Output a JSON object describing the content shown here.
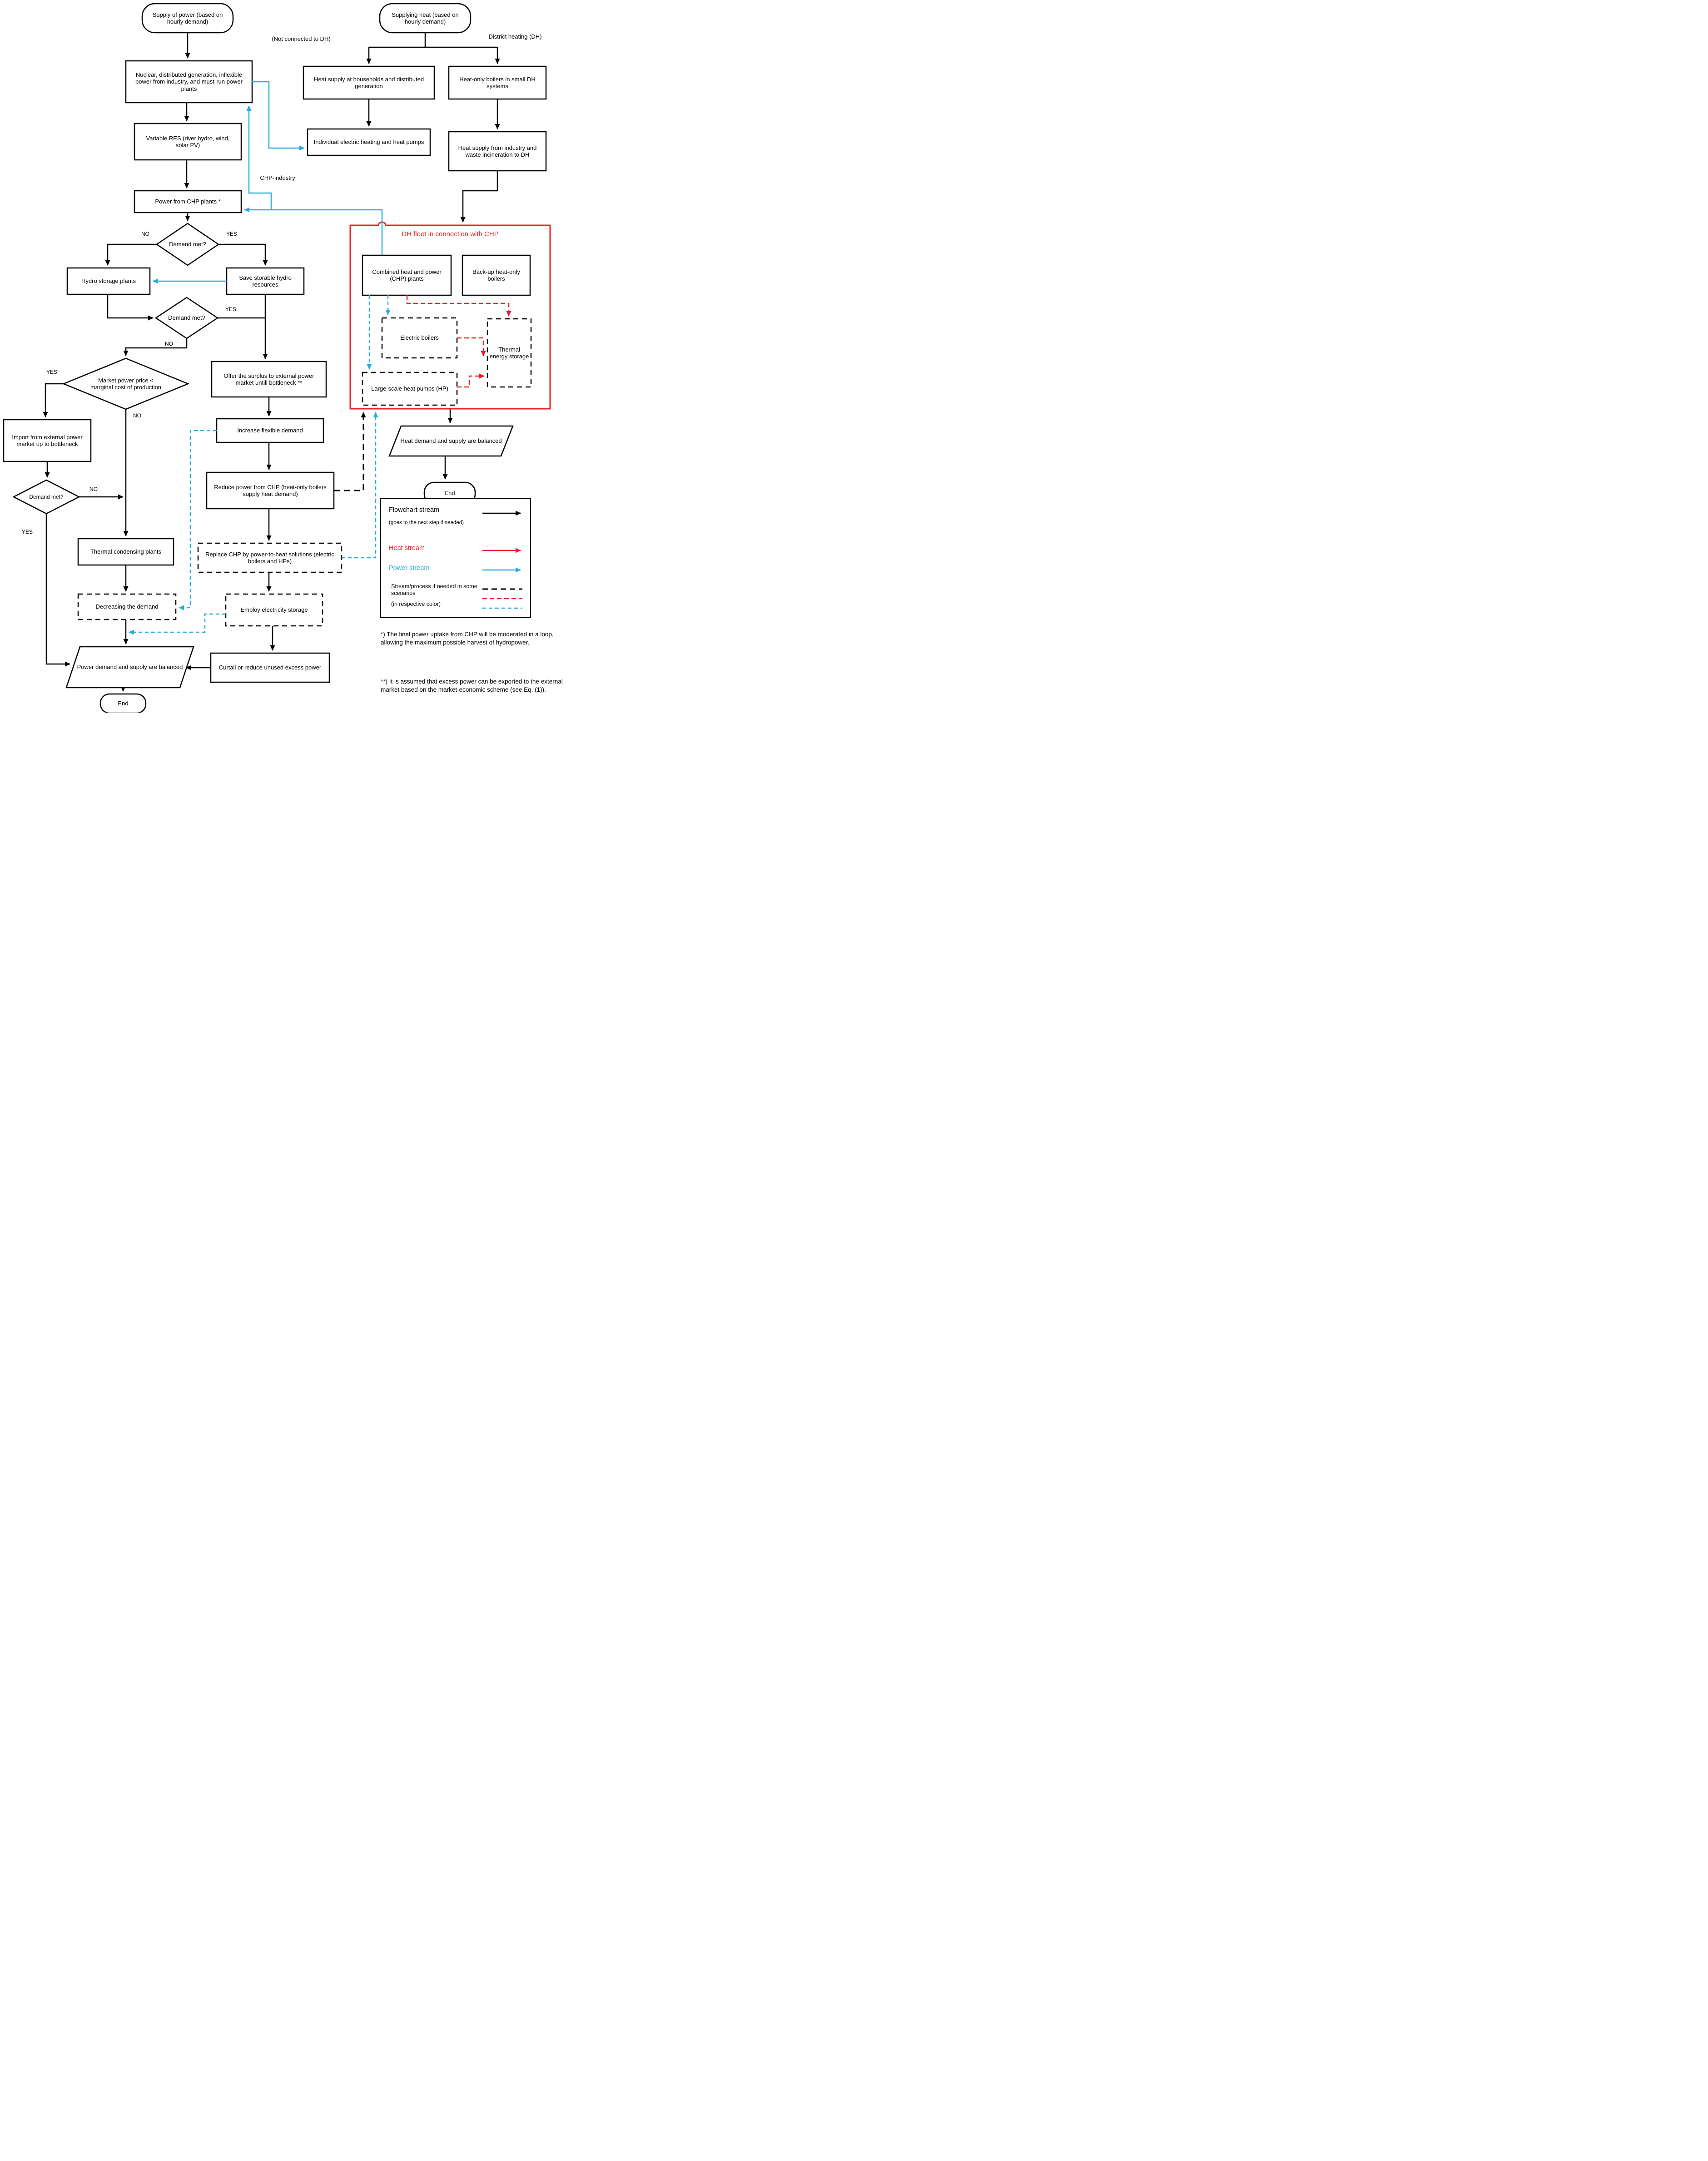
{
  "colors": {
    "flow": "#000000",
    "heat": "#ed1c24",
    "power": "#29abe2",
    "background": "#ffffff"
  },
  "nodes": {
    "supply_power": {
      "label": "Supply of power (based on hourly demand)"
    },
    "nuclear": {
      "label": "Nuclear, distributed generation, inflexible power from industry, and must-run power plants"
    },
    "res": {
      "label": "Variable RES (river hydro, wind, solar PV)"
    },
    "power_chp": {
      "label": "Power from CHP plants *"
    },
    "demand_met_1": {
      "label": "Demand met?"
    },
    "hydro": {
      "label": "Hydro storage plants"
    },
    "save_hydro": {
      "label": "Save storable hydro resources"
    },
    "demand_met_2": {
      "label": "Demand met?"
    },
    "market_price": {
      "label": "Market power price <  marginal cost of production"
    },
    "import_ext": {
      "label": "Import from external power market up to bottleneck"
    },
    "demand_met_3": {
      "label": "Demand met?"
    },
    "thermal_cond": {
      "label": "Thermal condensing plants"
    },
    "decrease": {
      "label": "Decreasing the demand"
    },
    "power_balanced": {
      "label": "Power demand and supply are balanced"
    },
    "end_power": {
      "label": "End"
    },
    "offer_surplus": {
      "label": "Offer the surplus to external power market untill bottleneck **"
    },
    "increase_flex": {
      "label": "Increase flexible demand"
    },
    "reduce_chp": {
      "label": "Reduce power from CHP (heat-only boilers supply heat demand)"
    },
    "replace_chp": {
      "label": "Replace CHP by power-to-heat solutions (electric boilers and HPs)"
    },
    "employ_storage": {
      "label": "Employ electricity storage"
    },
    "curtail": {
      "label": "Curtail or reduce unused excess power"
    },
    "supply_heat": {
      "label": "Supplying heat (based on hourly demand)"
    },
    "households": {
      "label": "Heat supply at households and distributed generation"
    },
    "heat_only_small": {
      "label": "Heat-only boilers in small DH systems"
    },
    "individual": {
      "label": "Individual electric heating and heat pumps"
    },
    "heat_industry": {
      "label": "Heat supply from industry and waste incineration to DH"
    },
    "dh_fleet": {
      "label": "DH fleet in connection with CHP"
    },
    "chp_plants": {
      "label": "Combined heat and power (CHP) plants"
    },
    "backup_boilers": {
      "label": "Back-up heat-only boilers"
    },
    "electric_boilers": {
      "label": "Electric boilers"
    },
    "thermal_storage": {
      "label": "Thermal energy storage"
    },
    "heat_pumps": {
      "label": "Large-scale heat pumps (HP)"
    },
    "heat_balanced": {
      "label": "Heat demand and supply are balanced"
    },
    "end_heat": {
      "label": "End"
    }
  },
  "edge_labels": {
    "yes": "YES",
    "no": "NO",
    "chp_industry": "CHP-industry",
    "not_connected": "(Not connected to DH)",
    "district_heating": "District heating (DH)"
  },
  "legend": {
    "flowchart_label": "Flowchart stream",
    "flowchart_sub": "(goes to the next step if needed)",
    "heat_label": "Heat stream",
    "power_label": "Power stream",
    "scenario_label": "Stream/process if needed in some scenarios",
    "scenario_sub": "(in respective color)"
  },
  "footnotes": {
    "note1": "*) The final power uptake from CHP will be moderated in a loop, allowing the maximum possible harvest of hydropower.",
    "note2": "**) It is assumed that excess power can be exported to the external market based on the market-economic scheme (see Eq. (1))."
  }
}
